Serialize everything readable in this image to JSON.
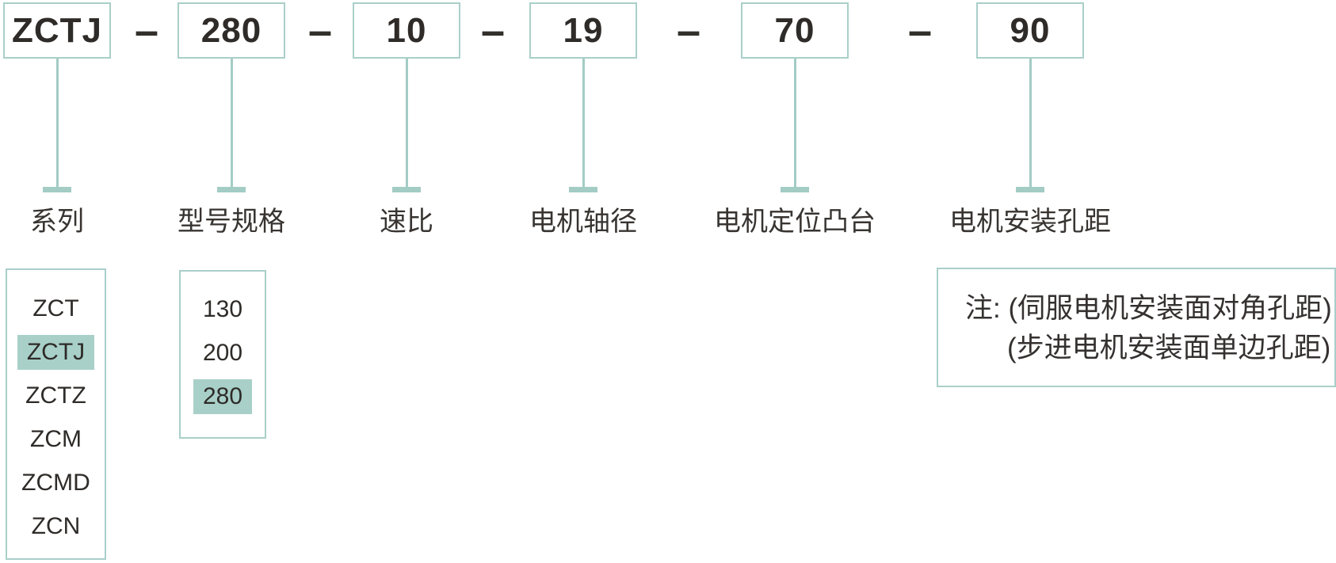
{
  "code": {
    "separator": "–",
    "segments": [
      {
        "value": "ZCTJ",
        "label": "系列"
      },
      {
        "value": "280",
        "label": "型号规格"
      },
      {
        "value": "10",
        "label": "速比"
      },
      {
        "value": "19",
        "label": "电机轴径"
      },
      {
        "value": "70",
        "label": "电机定位凸台"
      },
      {
        "value": "90",
        "label": "电机安装孔距"
      }
    ]
  },
  "series_list": {
    "options": [
      "ZCT",
      "ZCTJ",
      "ZCTZ",
      "ZCM",
      "ZCMD",
      "ZCN"
    ],
    "selected": "ZCTJ"
  },
  "spec_list": {
    "options": [
      "130",
      "200",
      "280"
    ],
    "selected": "280"
  },
  "note": {
    "line1": "注: (伺服电机安装面对角孔距)",
    "line2": "(步进电机安装面单边孔距)"
  },
  "colors": {
    "accent_border": "#a9cfc9",
    "accent_line": "#a3ccc5",
    "highlight_bg": "#a8d0c8",
    "text": "#2e2b28"
  }
}
